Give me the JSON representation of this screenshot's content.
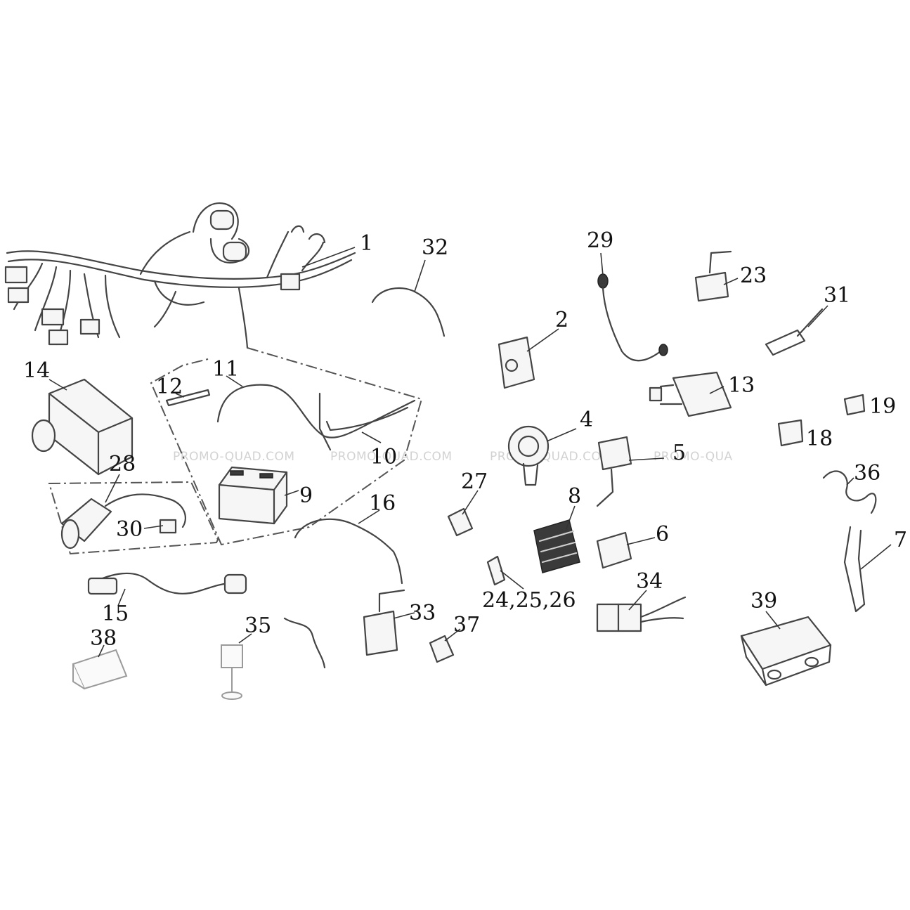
{
  "labels": {
    "l1": "1",
    "l2": "2",
    "l4": "4",
    "l5": "5",
    "l6": "6",
    "l7": "7",
    "l8": "8",
    "l9": "9",
    "l10": "10",
    "l11": "11",
    "l12": "12",
    "l13": "13",
    "l14": "14",
    "l15": "15",
    "l16": "16",
    "l18": "18",
    "l19": "19",
    "l23": "23",
    "l24": "24,25,26",
    "l27": "27",
    "l28": "28",
    "l29": "29",
    "l30": "30",
    "l31": "31",
    "l32": "32",
    "l33": "33",
    "l34": "34",
    "l35": "35",
    "l36": "36",
    "l37": "37",
    "l38": "38",
    "l39": "39"
  },
  "watermark": {
    "w1": "PROMO-QUAD.COM",
    "w2": "PROMO-QUAD.COM",
    "w3": "PROMO-QUAD.COM",
    "w4": "PROMO-QUA"
  }
}
